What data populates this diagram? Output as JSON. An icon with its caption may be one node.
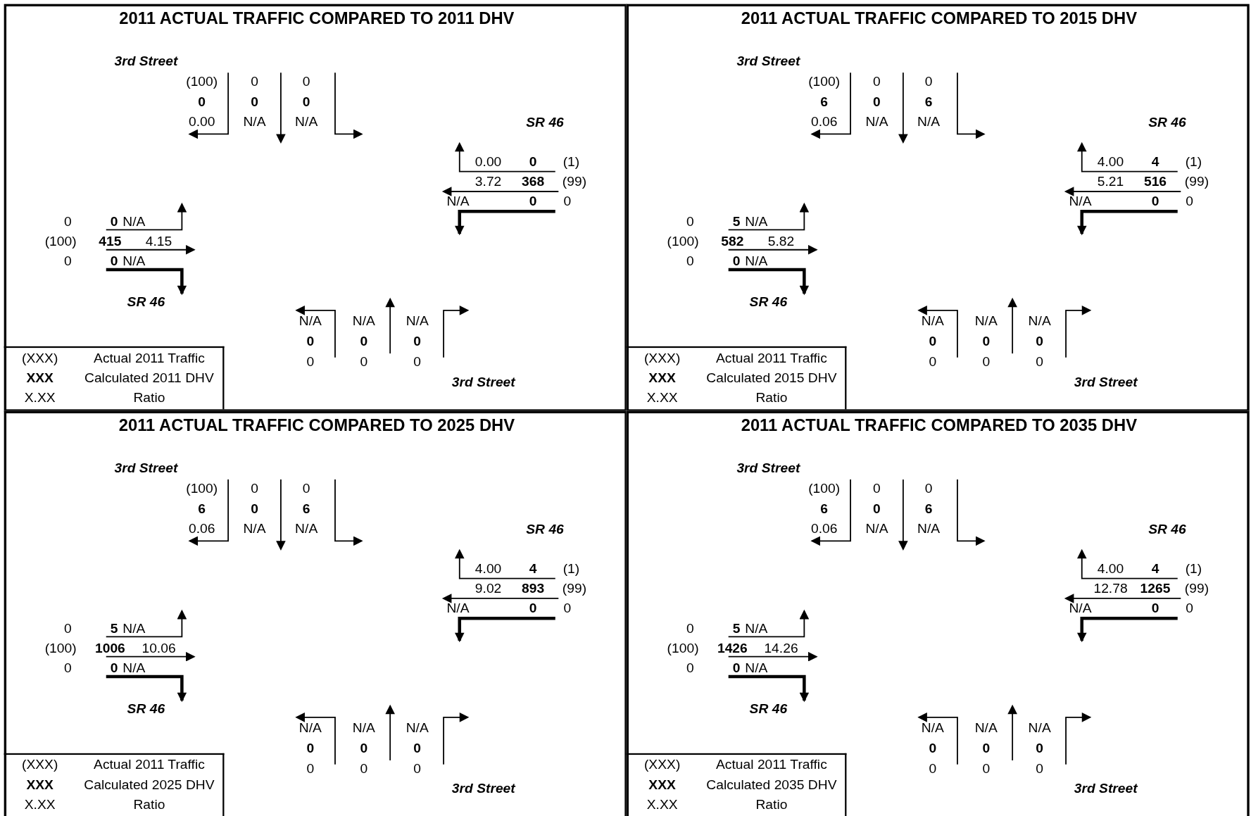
{
  "diagram": {
    "nodes": [
      {
        "text": [
          "2011 ACTUAL TRAFFIC COMPARED TO 2011 DHV"
        ]
      },
      {
        "text": [
          "(XXX)",
          "Actual 2011 Traffic",
          "XXX",
          "Calculated 2011 DHV",
          "X.XX",
          "Ratio"
        ],
        "in": 0
      },
      {
        "text": [
          "2011 ACTUAL TRAFFIC COMPARED TO 2015 DHV"
        ]
      },
      {
        "text": [
          "(XXX)",
          "Actual 2011 Traffic",
          "XXX",
          "Calculated 2015 DHV",
          "X.XX",
          "Ratio"
        ],
        "in": 2
      },
      {
        "text": [
          "2011 ACTUAL TRAFFIC COMPARED TO 2025 DHV"
        ]
      },
      {
        "text": [
          "(XXX)",
          "Actual 2011 Traffic",
          "XXX",
          "Calculated 2025 DHV",
          "X.XX",
          "Ratio"
        ],
        "in": 4
      },
      {
        "text": [
          "2011 ACTUAL TRAFFIC COMPARED TO 2035 DHV"
        ]
      },
      {
        "text": [
          "(XXX)",
          "Actual 2011 Traffic",
          "XXX",
          "Calculated 2035 DHV",
          "X.XX",
          "Ratio"
        ],
        "in": 6
      }
    ],
    "labels": [
      "3rd Street",
      "(100)",
      "0",
      "0",
      "0",
      "0",
      "0",
      "0.00",
      "N/A",
      "N/A",
      "SR 46",
      "0.00",
      "0",
      "(1)",
      "3.72",
      "368",
      "(99)",
      "N/A",
      "0",
      "0",
      "0",
      "0",
      "N/A",
      "(100)",
      "415",
      "4.15",
      "0",
      "0",
      "N/A",
      "SR 46",
      "N/A",
      "N/A",
      "N/A",
      "0",
      "0",
      "0",
      "0",
      "0",
      "0",
      "3rd Street",
      "3rd Street",
      "(100)",
      "0",
      "0",
      "6",
      "0",
      "6",
      "0.06",
      "N/A",
      "N/A",
      "SR 46",
      "4.00",
      "4",
      "(1)",
      "5.21",
      "516",
      "(99)",
      "N/A",
      "0",
      "0",
      "0",
      "5",
      "N/A",
      "(100)",
      "582",
      "5.82",
      "0",
      "0",
      "N/A",
      "SR 46",
      "N/A",
      "N/A",
      "N/A",
      "0",
      "0",
      "0",
      "0",
      "0",
      "0",
      "3rd Street",
      "3rd Street",
      "(100)",
      "0",
      "0",
      "6",
      "0",
      "6",
      "0.06",
      "N/A",
      "N/A",
      "SR 46",
      "4.00",
      "4",
      "(1)",
      "9.02",
      "893",
      "(99)",
      "N/A",
      "0",
      "0",
      "0",
      "5",
      "N/A",
      "(100)",
      "1006",
      "10.06",
      "0",
      "0",
      "N/A",
      "SR 46",
      "N/A",
      "N/A",
      "N/A",
      "0",
      "0",
      "0",
      "0",
      "0",
      "0",
      "3rd Street",
      "3rd Street",
      "(100)",
      "0",
      "0",
      "6",
      "0",
      "6",
      "0.06",
      "N/A",
      "N/A",
      "SR 46",
      "4.00",
      "4",
      "(1)",
      "12.78",
      "1265",
      "(99)",
      "N/A",
      "0",
      "0",
      "0",
      "5",
      "N/A",
      "(100)",
      "1426",
      "14.26",
      "0",
      "0",
      "N/A",
      "SR 46",
      "N/A",
      "N/A",
      "N/A",
      "0",
      "0",
      "0",
      "0",
      "0",
      "0",
      "3rd Street"
    ]
  }
}
